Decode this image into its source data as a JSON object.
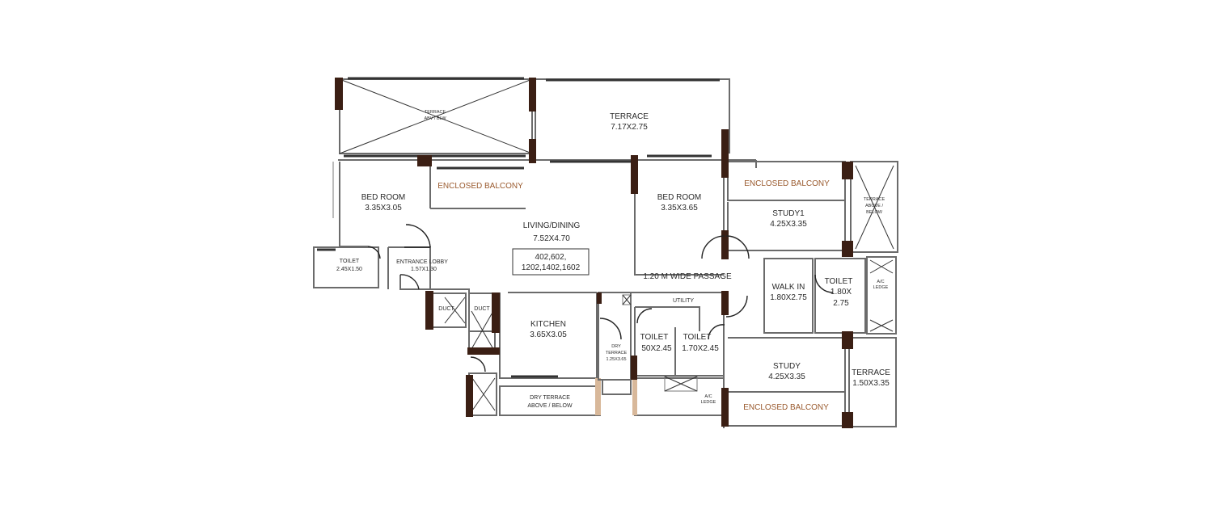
{
  "rooms": {
    "terrace_top": {
      "name": "TERRACE",
      "size": "7.17X2.75"
    },
    "terrace_below_left": {
      "name": "TERRACE",
      "size": "ABV / BLW"
    },
    "bedroom_left": {
      "name": "BED ROOM",
      "size": "3.35X3.05"
    },
    "enclosed_balcony_left": {
      "name": "ENCLOSED BALCONY"
    },
    "living_dining": {
      "name": "LIVING/DINING",
      "size": "7.52X4.70"
    },
    "unit_numbers": {
      "line1": "402,602,",
      "line2": "1202,1402,1602"
    },
    "bedroom_right": {
      "name": "BED ROOM",
      "size": "3.35X3.65"
    },
    "enclosed_balcony_right": {
      "name": "ENCLOSED BALCONY"
    },
    "study1": {
      "name": "STUDY1",
      "size": "4.25X3.35"
    },
    "terrace_right_top": {
      "name": "TERRACE",
      "size": "ABOVE /",
      "size2": "BELOW"
    },
    "toilet_left": {
      "name": "TOILET",
      "size": "2.45X1.50"
    },
    "entrance_lobby": {
      "name": "ENTRANCE LOBBY",
      "size": "1.57X1.30"
    },
    "passage": {
      "name": "1.20 M WIDE PASSAGE"
    },
    "walk_in": {
      "name": "WALK IN",
      "size": "1.80X2.75"
    },
    "toilet_right": {
      "name": "TOILET",
      "size": "1.80X",
      "size2": "2.75"
    },
    "ac_ledge_right": {
      "name": "A/C",
      "name2": "LEDGE"
    },
    "duct_left": {
      "name": "DUCT"
    },
    "duct_right": {
      "name": "DUCT"
    },
    "utility": {
      "name": "UTILITY"
    },
    "kitchen": {
      "name": "KITCHEN",
      "size": "3.65X3.05"
    },
    "dry_terrace_small": {
      "name": "DRY",
      "name2": "TERRACE",
      "size": "1.25X3.65"
    },
    "toilet_mid1": {
      "name": "TOILET",
      "size": "50X2.45"
    },
    "toilet_mid2": {
      "name": "TOILET",
      "size": "1.70X2.45"
    },
    "study": {
      "name": "STUDY",
      "size": "4.25X3.35"
    },
    "terrace_right_bottom": {
      "name": "TERRACE",
      "size": "1.50X3.35"
    },
    "dry_terrace_bottom": {
      "name": "DRY TERRACE",
      "size": "ABOVE / BELOW"
    },
    "ac_ledge_bottom": {
      "name": "A/C",
      "name2": "LEDGE"
    },
    "enclosed_balcony_bottom": {
      "name": "ENCLOSED BALCONY"
    }
  },
  "colors": {
    "wall": "#6b6b6b",
    "column": "#3b1f14",
    "balcony_text": "#9a5a2e",
    "label_text": "#2a2a2a"
  }
}
